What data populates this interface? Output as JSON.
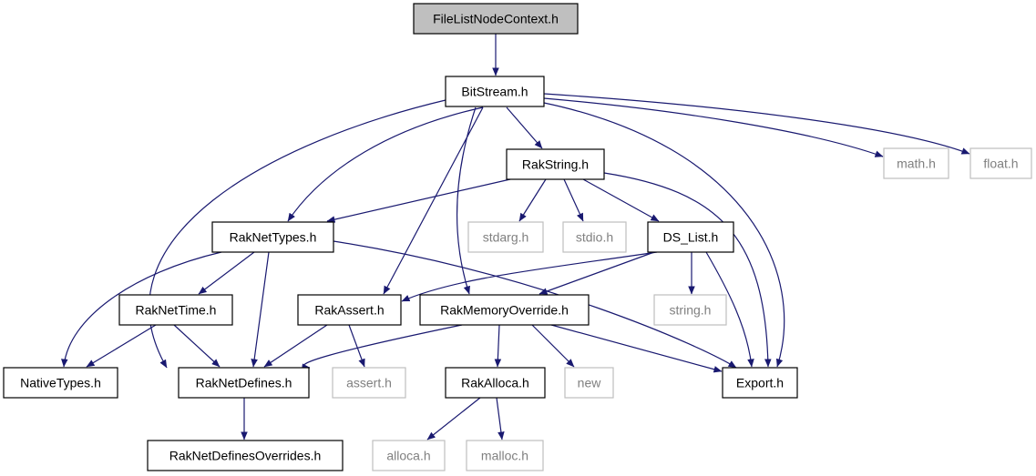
{
  "colors": {
    "edge": "#191970",
    "node_border": "#000000",
    "focus_fill": "#bfbfbf",
    "external_border": "#bfbfbf",
    "external_text": "#808080",
    "node_text": "#000000"
  },
  "nodes": [
    {
      "id": "filelistnodecontext",
      "label": "FileListNodeContext.h",
      "kind": "focus"
    },
    {
      "id": "bitstream",
      "label": "BitStream.h",
      "kind": "internal"
    },
    {
      "id": "rakstring",
      "label": "RakString.h",
      "kind": "internal"
    },
    {
      "id": "math",
      "label": "math.h",
      "kind": "external"
    },
    {
      "id": "float",
      "label": "float.h",
      "kind": "external"
    },
    {
      "id": "raknettypes",
      "label": "RakNetTypes.h",
      "kind": "internal"
    },
    {
      "id": "stdarg",
      "label": "stdarg.h",
      "kind": "external"
    },
    {
      "id": "stdio",
      "label": "stdio.h",
      "kind": "external"
    },
    {
      "id": "ds_list",
      "label": "DS_List.h",
      "kind": "internal"
    },
    {
      "id": "raknettime",
      "label": "RakNetTime.h",
      "kind": "internal"
    },
    {
      "id": "rakassert",
      "label": "RakAssert.h",
      "kind": "internal"
    },
    {
      "id": "rakmemoryoverride",
      "label": "RakMemoryOverride.h",
      "kind": "internal"
    },
    {
      "id": "string",
      "label": "string.h",
      "kind": "external"
    },
    {
      "id": "nativetypes",
      "label": "NativeTypes.h",
      "kind": "internal"
    },
    {
      "id": "raknetdefines",
      "label": "RakNetDefines.h",
      "kind": "internal"
    },
    {
      "id": "assert",
      "label": "assert.h",
      "kind": "external"
    },
    {
      "id": "rakalloca",
      "label": "RakAlloca.h",
      "kind": "internal"
    },
    {
      "id": "new",
      "label": "new",
      "kind": "external"
    },
    {
      "id": "export",
      "label": "Export.h",
      "kind": "internal"
    },
    {
      "id": "raknetdefinesoverrides",
      "label": "RakNetDefinesOverrides.h",
      "kind": "internal"
    },
    {
      "id": "alloca",
      "label": "alloca.h",
      "kind": "external"
    },
    {
      "id": "malloc",
      "label": "malloc.h",
      "kind": "external"
    }
  ],
  "edges": [
    {
      "from": "filelistnodecontext",
      "to": "bitstream"
    },
    {
      "from": "bitstream",
      "to": "rakstring"
    },
    {
      "from": "bitstream",
      "to": "math"
    },
    {
      "from": "bitstream",
      "to": "float"
    },
    {
      "from": "bitstream",
      "to": "raknettypes"
    },
    {
      "from": "bitstream",
      "to": "raknetdefines"
    },
    {
      "from": "bitstream",
      "to": "rakassert"
    },
    {
      "from": "bitstream",
      "to": "rakmemoryoverride"
    },
    {
      "from": "bitstream",
      "to": "export"
    },
    {
      "from": "rakstring",
      "to": "raknettypes"
    },
    {
      "from": "rakstring",
      "to": "stdarg"
    },
    {
      "from": "rakstring",
      "to": "stdio"
    },
    {
      "from": "rakstring",
      "to": "ds_list"
    },
    {
      "from": "rakstring",
      "to": "export"
    },
    {
      "from": "raknettypes",
      "to": "nativetypes"
    },
    {
      "from": "raknettypes",
      "to": "raknettime"
    },
    {
      "from": "raknettypes",
      "to": "raknetdefines"
    },
    {
      "from": "raknettypes",
      "to": "export"
    },
    {
      "from": "ds_list",
      "to": "rakassert"
    },
    {
      "from": "ds_list",
      "to": "rakmemoryoverride"
    },
    {
      "from": "ds_list",
      "to": "string"
    },
    {
      "from": "ds_list",
      "to": "export"
    },
    {
      "from": "raknettime",
      "to": "nativetypes"
    },
    {
      "from": "raknettime",
      "to": "raknetdefines"
    },
    {
      "from": "rakassert",
      "to": "raknetdefines"
    },
    {
      "from": "rakassert",
      "to": "assert"
    },
    {
      "from": "rakmemoryoverride",
      "to": "raknetdefines"
    },
    {
      "from": "rakmemoryoverride",
      "to": "rakalloca"
    },
    {
      "from": "rakmemoryoverride",
      "to": "new"
    },
    {
      "from": "rakmemoryoverride",
      "to": "export"
    },
    {
      "from": "raknetdefines",
      "to": "raknetdefinesoverrides"
    },
    {
      "from": "rakalloca",
      "to": "alloca"
    },
    {
      "from": "rakalloca",
      "to": "malloc"
    }
  ]
}
